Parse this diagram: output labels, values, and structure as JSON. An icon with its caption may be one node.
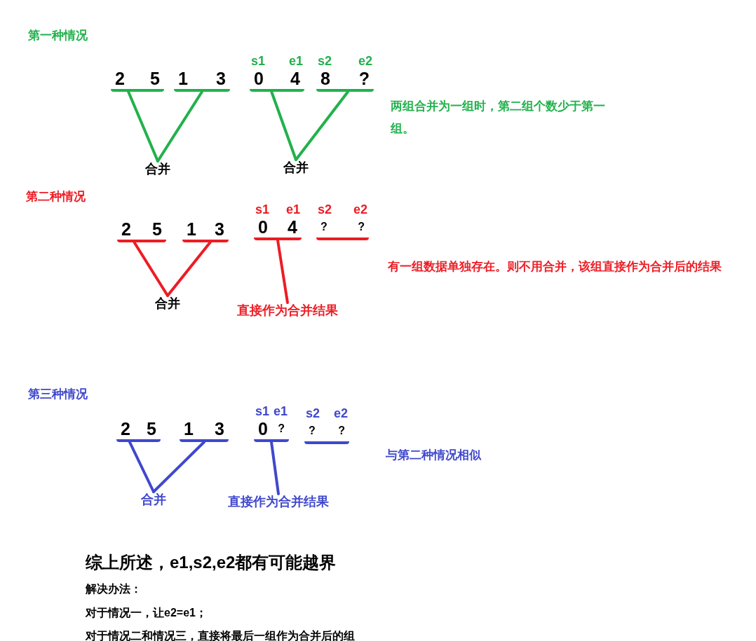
{
  "diagram": {
    "nodes": [
      {
        "text": [
          "2",
          "5"
        ]
      },
      {
        "text": [
          "1",
          "3"
        ]
      },
      {
        "text": [
          "合并"
        ]
      },
      {
        "text": [
          "s1",
          "e1",
          "0",
          "4"
        ]
      },
      {
        "text": [
          "s2",
          "e2",
          "8",
          "?"
        ]
      },
      {
        "text": [
          "合并"
        ]
      },
      {
        "text": [
          "2",
          "5"
        ]
      },
      {
        "text": [
          "1",
          "3"
        ]
      },
      {
        "text": [
          "合并"
        ]
      },
      {
        "text": [
          "s1",
          "e1",
          "0",
          "4"
        ]
      },
      {
        "text": [
          "s2",
          "e2",
          "?",
          "?"
        ]
      },
      {
        "text": [
          "直接作为合并结果"
        ]
      },
      {
        "text": [
          "2",
          "5"
        ]
      },
      {
        "text": [
          "1",
          "3"
        ]
      },
      {
        "text": [
          "合并"
        ]
      },
      {
        "text": [
          "s1",
          "e1",
          "0",
          "?"
        ]
      },
      {
        "text": [
          "s2",
          "e2",
          "?",
          "?"
        ]
      },
      {
        "text": [
          "直接作为合并结果"
        ]
      }
    ],
    "edges": [
      {
        "from": 0,
        "to": 2,
        "arrow": "none"
      },
      {
        "from": 1,
        "to": 2,
        "arrow": "none"
      },
      {
        "from": 3,
        "to": 5,
        "arrow": "none"
      },
      {
        "from": 4,
        "to": 5,
        "arrow": "none"
      },
      {
        "from": 6,
        "to": 8,
        "arrow": "none",
        "color": "#ed1c24"
      },
      {
        "from": 7,
        "to": 8,
        "arrow": "none",
        "color": "#ed1c24"
      },
      {
        "from": 9,
        "to": 11,
        "arrow": "none",
        "color": "#ed1c24"
      },
      {
        "from": 12,
        "to": 14,
        "arrow": "none",
        "color": "#3f48cc"
      },
      {
        "from": 13,
        "to": 14,
        "arrow": "none",
        "color": "#3f48cc"
      },
      {
        "from": 15,
        "to": 17,
        "arrow": "none",
        "color": "#3f48cc"
      }
    ],
    "labels": [
      "第一种情况",
      "两组合并为一组时，第二组个数少于第一组。",
      "第二种情况",
      "有一组数据单独存在。则不用合并，该组直接作为合并后的结果",
      "第三种情况",
      "与第二种情况相似",
      "综上所述，e1,s2,e2都有可能越界",
      "解决办法：",
      "对于情况一，让e2=e1；",
      "对于情况二和情况三，直接将最后一组作为合并后的组"
    ]
  }
}
